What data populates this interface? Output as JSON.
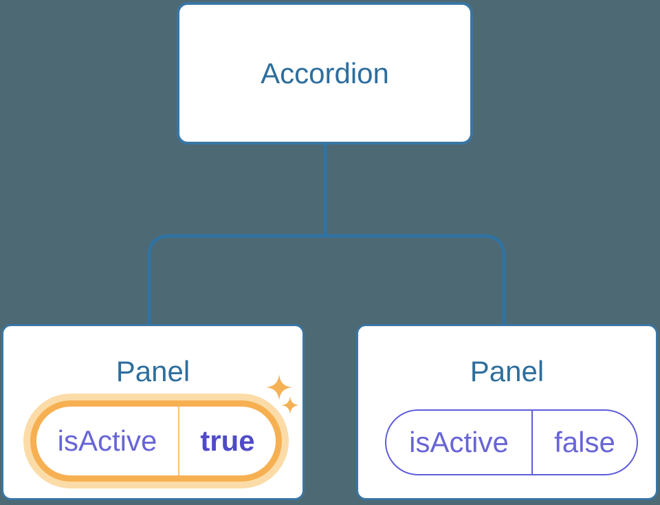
{
  "colors": {
    "bg": "#4D6974",
    "node-border": "#3876A5",
    "node-text": "#2D6E9D",
    "connector": "#2F73A3",
    "active-ring": "#F6B052",
    "active-halo": "#FBDCA8",
    "active-divider": "#F6C177",
    "sparkle": "#F5B155",
    "state-text": "#6865D6",
    "active-value": "#4F4BC8",
    "inactive-ring": "#5E5BDB"
  },
  "tree": {
    "root": {
      "label": "Accordion"
    },
    "children": [
      {
        "title": "Panel",
        "state": {
          "key": "isActive",
          "value": "true"
        },
        "active": true
      },
      {
        "title": "Panel",
        "state": {
          "key": "isActive",
          "value": "false"
        },
        "active": false
      }
    ]
  },
  "icons": {
    "sparkle_large": "sparkle-icon",
    "sparkle_small": "sparkle-icon"
  }
}
